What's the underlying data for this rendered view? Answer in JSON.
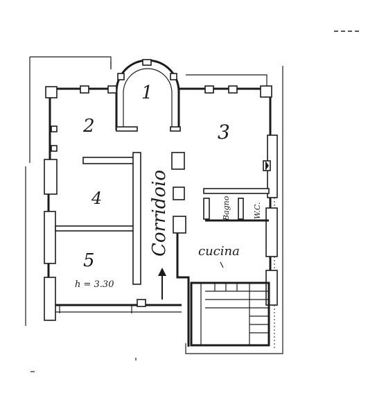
{
  "rooms": {
    "r1": "1",
    "r2": "2",
    "r3": "3",
    "r4": "4",
    "r5": "5"
  },
  "labels": {
    "corridor": "Corridoio",
    "kitchen": "cucina",
    "bathroom": "Bagno",
    "wc": "W.C.",
    "height": "h = 3.30"
  },
  "colors": {
    "ink": "#1b1b1b",
    "paper": "#ffffff"
  }
}
